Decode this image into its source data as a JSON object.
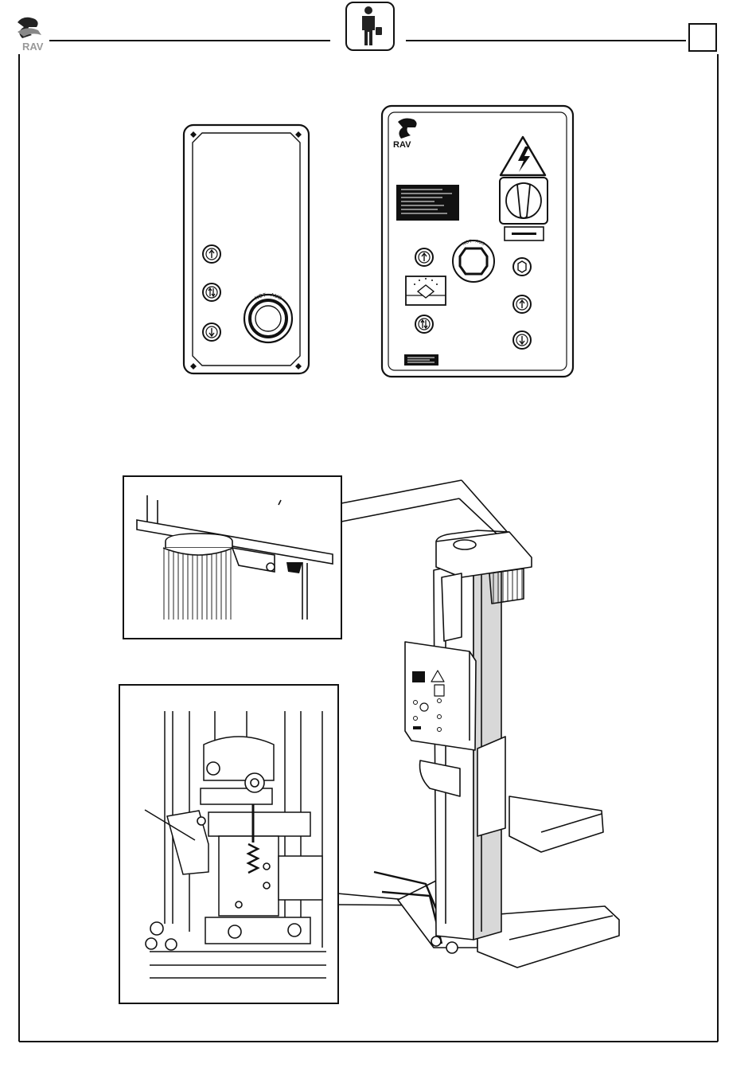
{
  "header": {
    "brand_logo_text": "RAV",
    "operator_icon": "person-with-briefcase-icon",
    "page_box_text": ""
  },
  "pendant_panel": {
    "emergency_ring_text": "NOT - AUS",
    "buttons": [
      {
        "icon": "arrow-up-icon"
      },
      {
        "icon": "double-arrow-icon"
      },
      {
        "icon": "arrow-down-icon"
      }
    ]
  },
  "main_panel": {
    "brand_logo_text": "RAV",
    "emergency_ring_text": "NOT - AUS",
    "icons": [
      "high-voltage-warning-icon",
      "main-switch-icon",
      "gauge-icon"
    ],
    "buttons": [
      {
        "icon": "arrow-up-icon"
      },
      {
        "icon": "double-arrow-icon"
      },
      {
        "icon": "light-icon"
      },
      {
        "icon": "arrow-up-icon"
      },
      {
        "icon": "arrow-down-icon"
      }
    ]
  },
  "figures": {
    "column_lift": "column-lift-illustration",
    "detail_top": "motor-detail-illustration",
    "detail_bottom": "limit-switch-detail-illustration"
  },
  "colors": {
    "ink": "#1a1a1a",
    "paper": "#ffffff",
    "shade": "#d8d8d8",
    "label_dark": "#111111"
  }
}
